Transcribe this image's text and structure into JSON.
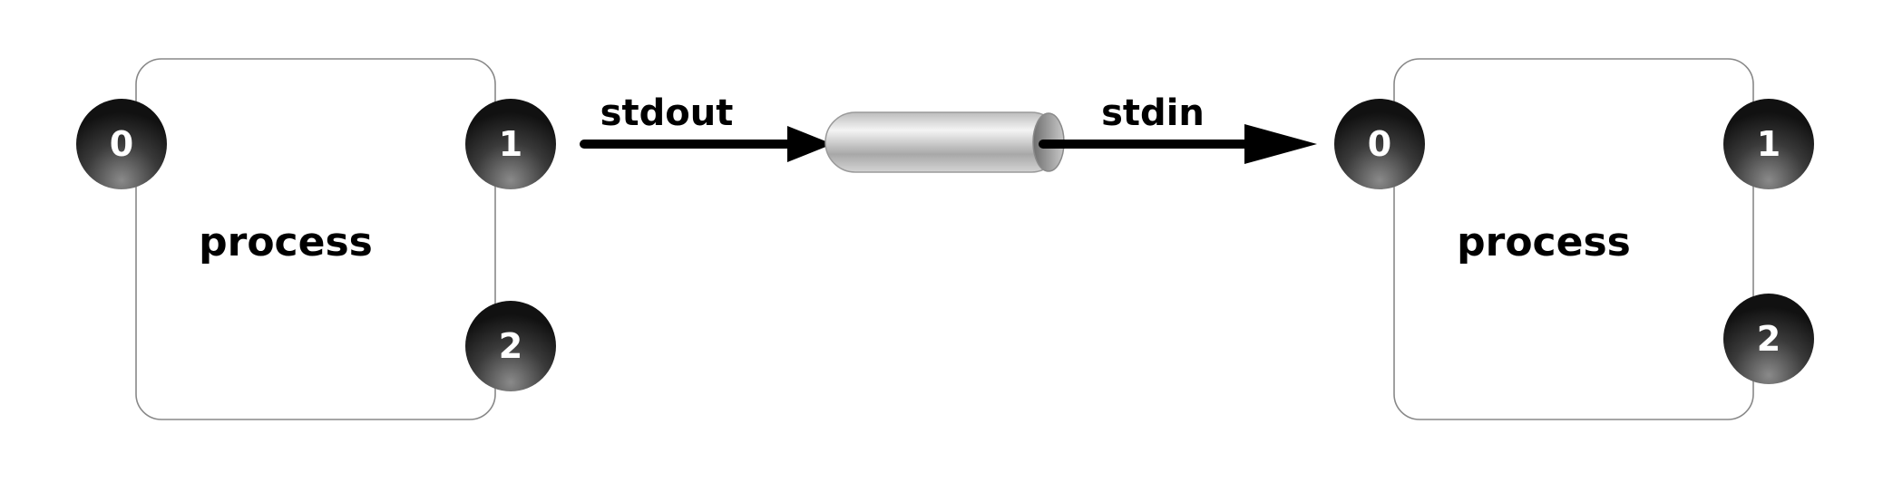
{
  "processes": [
    {
      "label": "process",
      "fds": [
        "0",
        "1",
        "2"
      ]
    },
    {
      "label": "process",
      "fds": [
        "0",
        "1",
        "2"
      ]
    }
  ],
  "pipe": {
    "left_label": "stdout",
    "right_label": "stdin"
  },
  "colors": {
    "box_stroke": "#888888",
    "fd_dark": "#1a1a1a",
    "fd_light": "#8a8a8a",
    "arrow": "#000000",
    "pipe_light": "#f2f2f2",
    "pipe_dark": "#9a9a9a"
  }
}
